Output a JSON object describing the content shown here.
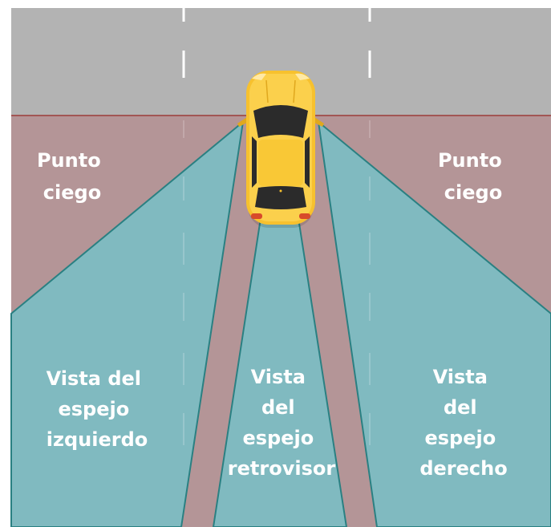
{
  "colors": {
    "road": "#b3b3b3",
    "blind_spot_area": "#b49597",
    "mirror_view_area": "#80bac0",
    "view_edge": "#2a8082",
    "horizon_line": "#9b3c3a",
    "lane_marking": "#ffffff",
    "car_body": "#f7c12e",
    "car_glass": "#2b2b2b",
    "label_text": "#ffffff"
  },
  "labels": {
    "blind_spot_left": [
      "Punto",
      "ciego"
    ],
    "blind_spot_right": [
      "Punto",
      "ciego"
    ],
    "left_mirror": [
      "Vista del",
      "espejo",
      "izquierdo"
    ],
    "rear_mirror": [
      "Vista",
      "del",
      "espejo",
      "retrovisor"
    ],
    "right_mirror": [
      "Vista",
      "del",
      "espejo",
      "derecho"
    ]
  },
  "icons": {
    "vehicle": "car-top-view-icon"
  }
}
